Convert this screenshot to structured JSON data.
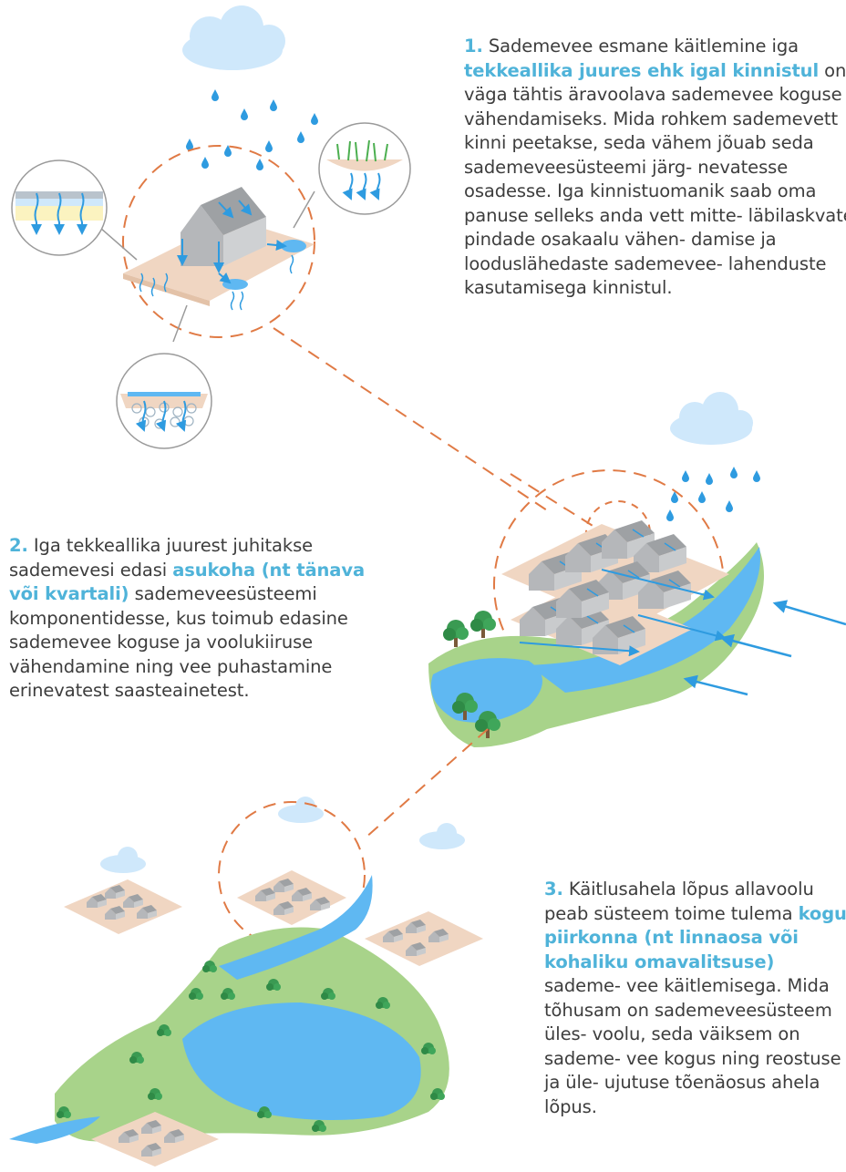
{
  "colors": {
    "accent": "#4fb3d9",
    "text": "#3d3d3d",
    "dashed_circle": "#e07a45",
    "water": "#5fb8f2",
    "grass": "#a8d38a",
    "tree": "#3a9a52",
    "ground": "#f0d6c2",
    "roof": "#a6a8ab",
    "cloud": "#cfe8fb"
  },
  "block1": {
    "num": "1.",
    "a": "Sademevee esmane käitlemine iga ",
    "hl": "tekkeallika juures ehk igal kinnistul",
    "b": " on väga tähtis äravoolava sademevee koguse vähendamiseks. Mida rohkem sademevett kinni peetakse, seda vähem jõuab seda sademeveesüsteemi järg- nevatesse osadesse. Iga kinnistuomanik saab oma panuse selleks anda vett mitte- läbilaskvate pindade osakaalu vähen- damise ja looduslähedaste sademevee- lahenduste kasutamisega kinnistul."
  },
  "block2": {
    "num": "2.",
    "a": "Iga tekkeallika juurest juhitakse sademevesi edasi ",
    "hl": "asukoha (nt tänava või kvartali)",
    "b": " sademeveesüsteemi komponentidesse, kus toimub edasine sademevee koguse ja voolukiiruse vähendamine ning vee puhastamine erinevatest saasteainetest."
  },
  "block3": {
    "num": "3.",
    "a": "Käitlusahela lõpus allavoolu peab süsteem toime tulema ",
    "hl": "kogu piirkonna (nt linnaosa või kohaliku omavalitsuse)",
    "b": " sademe- vee käitlemisega. Mida tõhusam on sademeveesüsteem üles- voolu, seda väiksem on sademe- vee kogus ning reostuse ja üle- ujutuse tõenäosus ahela lõpus."
  }
}
